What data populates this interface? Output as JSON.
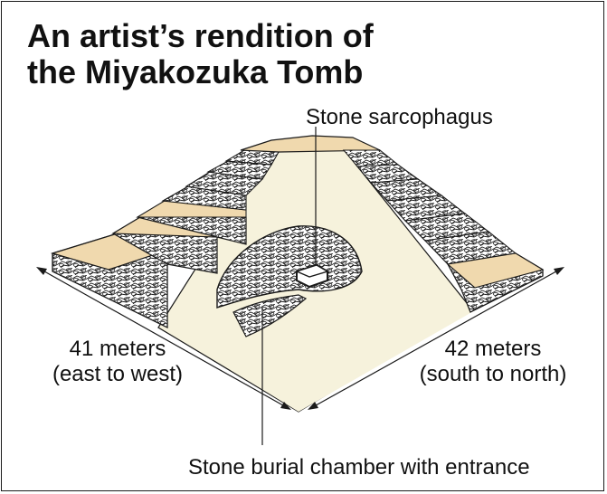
{
  "title": {
    "line1": "An artist’s rendition of",
    "line2": "the Miyakozuka Tomb"
  },
  "labels": {
    "sarcophagus": "Stone sarcophagus",
    "ew_line1": "41 meters",
    "ew_line2": "(east to west)",
    "sn_line1": "42 meters",
    "sn_line2": "(south to north)",
    "chamber": "Stone burial chamber with entrance"
  },
  "colors": {
    "ground": "#f6f2dc",
    "step_top": "#f0d9ae",
    "stone_fill": "#ffffff",
    "outline": "#1a1a1a"
  }
}
